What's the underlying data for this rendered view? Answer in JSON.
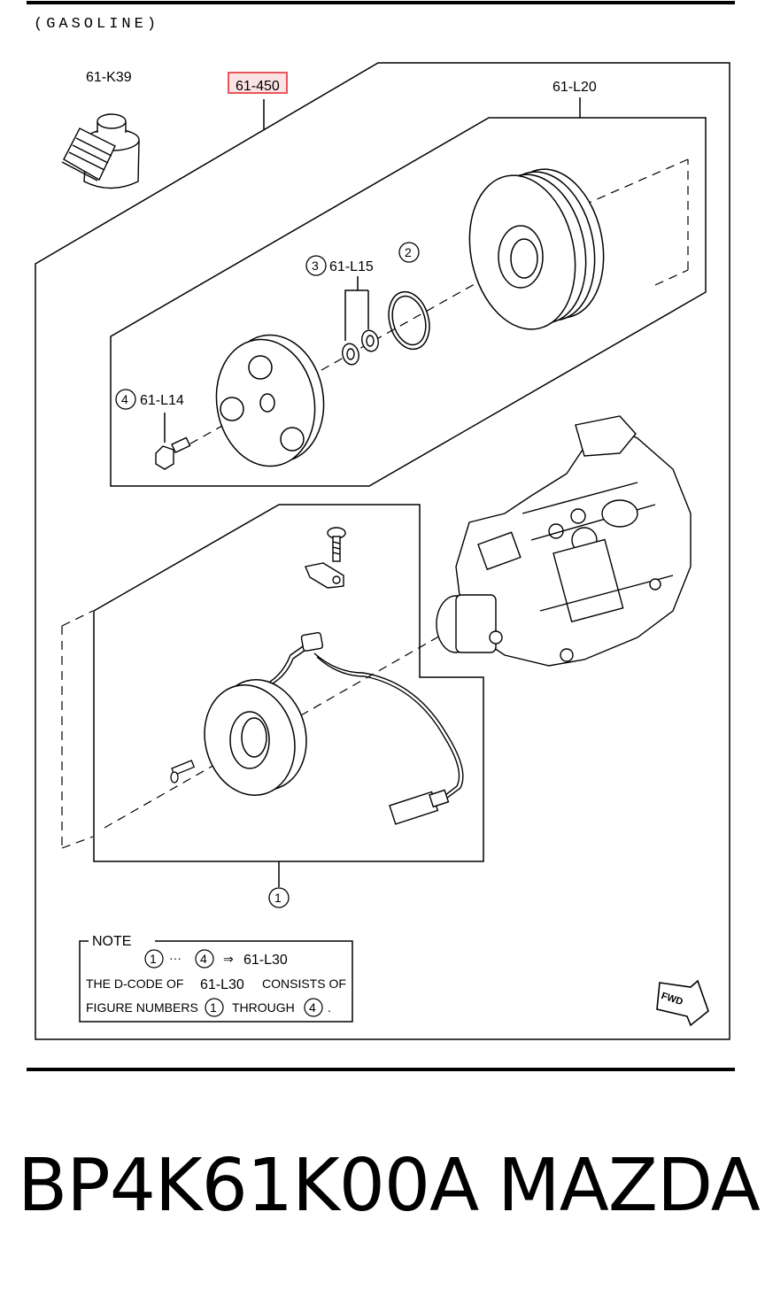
{
  "header": "(GASOLINE)",
  "callouts": {
    "k39": "61-K39",
    "highlight": "61-450",
    "l20": "61-L20",
    "l15": "61-L15",
    "l14": "61-L14",
    "num1": "1",
    "num2": "2",
    "num3": "3",
    "num4": "4"
  },
  "note": {
    "title": "NOTE",
    "range_from": "1",
    "dots": "···",
    "range_to": "4",
    "arrow": "⇒",
    "result": "61-L30",
    "line2_a": "THE D-CODE OF",
    "line2_code": "61-L30",
    "line2_b": "CONSISTS OF",
    "line3_a": "FIGURE NUMBERS",
    "line3_from": "1",
    "line3_mid": "THROUGH",
    "line3_to": "4",
    "line3_end": "."
  },
  "fwd": "FWD",
  "footer": {
    "part_number": "BP4K61K00A",
    "brand": "MAZDA"
  },
  "colors": {
    "highlight_border": "#e8555a",
    "highlight_fill": "#fbe3e4",
    "ink": "#000000"
  }
}
